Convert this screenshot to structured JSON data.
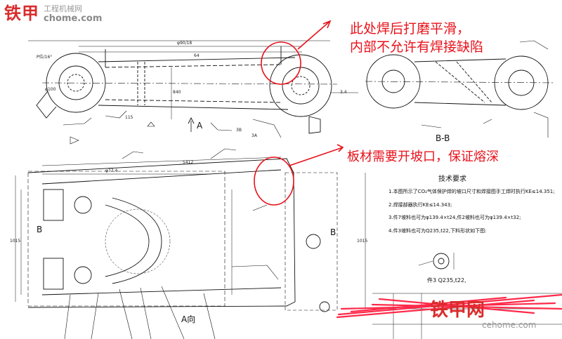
{
  "watermark": {
    "brand": "铁甲",
    "site_cn": "工程机械网",
    "site_en": "chome.com",
    "bottom_brand": "铁甲网",
    "bottom_site": "cehome.com"
  },
  "annotations": {
    "weld_note_line1": "此处焊后打磨平滑，",
    "weld_note_line2": "内部不允许有焊接缺陷",
    "plate_note": "板材需要开坡口，保证熔深"
  },
  "tech_requirements": {
    "title": "技术要求",
    "items": [
      "1.本图所示了CO₂气体保护焊的坡口尺寸和焊接图手工焊时执行KE≤14.351;",
      "2.焊接部器执行KE≤14.343;",
      "3.件7坡料也可为φ139.4×t24,件2坡料也可为φ139.4×t32;",
      "4.件3坡料也可为Q235,t22,下料形状如下图:"
    ]
  },
  "part_note": "件3   Q235,t22,",
  "view_labels": {
    "section_bb": "B-B",
    "view_a_arrow": "A",
    "view_a": "A向",
    "b_left": "B",
    "b_right": "B"
  },
  "dimensions": {
    "top_overall": "φ90/18",
    "top_inner": "64",
    "left_top": "P位/16°",
    "hub_left": "φ100",
    "mid_height": "840",
    "plan_top": "5412",
    "plan_left": "φ77.4",
    "plan_h": "1015",
    "plan_right": "1015",
    "tag_b1": "3B",
    "tag_a1": "3A",
    "tag_r": "3.4",
    "tag_fl": "115"
  },
  "colors": {
    "annotation_red": "#e8121b",
    "line": "#111111",
    "scribble": "#ff2a4a"
  }
}
